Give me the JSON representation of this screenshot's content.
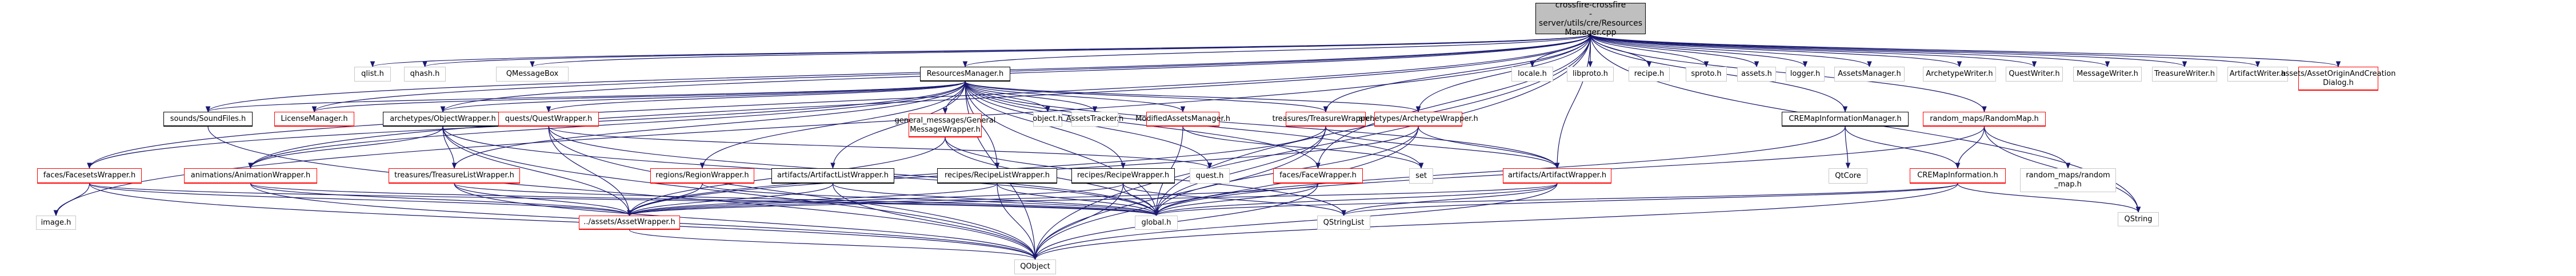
{
  "graph": {
    "edge_color": "#191970",
    "root": {
      "id": "root",
      "label": "crossfire-crossfire\n-server/utils/cre/Resources\nManager.cpp"
    },
    "nodes": [
      {
        "id": "root",
        "label": "crossfire-crossfire\n-server/utils/cre/Resources\nManager.cpp",
        "style": "root"
      },
      {
        "id": "qlist",
        "label": "qlist.h",
        "style": "gray"
      },
      {
        "id": "qhash",
        "label": "qhash.h",
        "style": "gray"
      },
      {
        "id": "qmessagebox",
        "label": "QMessageBox",
        "style": "gray"
      },
      {
        "id": "resmgr",
        "label": "ResourcesManager.h",
        "style": "black"
      },
      {
        "id": "locale",
        "label": "locale.h",
        "style": "gray"
      },
      {
        "id": "libproto",
        "label": "libproto.h",
        "style": "gray"
      },
      {
        "id": "recipe",
        "label": "recipe.h",
        "style": "gray"
      },
      {
        "id": "sproto",
        "label": "sproto.h",
        "style": "gray"
      },
      {
        "id": "assets",
        "label": "assets.h",
        "style": "gray"
      },
      {
        "id": "logger",
        "label": "logger.h",
        "style": "gray"
      },
      {
        "id": "assetsmgr",
        "label": "AssetsManager.h",
        "style": "gray"
      },
      {
        "id": "archwriter",
        "label": "ArchetypeWriter.h",
        "style": "gray"
      },
      {
        "id": "questwriter",
        "label": "QuestWriter.h",
        "style": "gray"
      },
      {
        "id": "msgwriter",
        "label": "MessageWriter.h",
        "style": "gray"
      },
      {
        "id": "treasurewriter",
        "label": "TreasureWriter.h",
        "style": "gray"
      },
      {
        "id": "artifactwriter",
        "label": "ArtifactWriter.h",
        "style": "gray"
      },
      {
        "id": "originDialog",
        "label": "assets/AssetOriginAndCreation\nDialog.h",
        "style": "red"
      },
      {
        "id": "soundfiles",
        "label": "sounds/SoundFiles.h",
        "style": "black"
      },
      {
        "id": "license",
        "label": "LicenseManager.h",
        "style": "red"
      },
      {
        "id": "objwrapper",
        "label": "archetypes/ObjectWrapper.h",
        "style": "black"
      },
      {
        "id": "questwrapper",
        "label": "quests/QuestWrapper.h",
        "style": "red"
      },
      {
        "id": "genmsg",
        "label": "general_messages/General\nMessageWrapper.h",
        "style": "red"
      },
      {
        "id": "objecth",
        "label": "object.h",
        "style": "gray"
      },
      {
        "id": "assetstracker",
        "label": "AssetsTracker.h",
        "style": "gray"
      },
      {
        "id": "modassets",
        "label": "ModifiedAssetsManager.h",
        "style": "red"
      },
      {
        "id": "treasurewrapper",
        "label": "treasures/TreasureWrapper.h",
        "style": "red"
      },
      {
        "id": "archwrapper",
        "label": "archetypes/ArchetypeWrapper.h",
        "style": "red"
      },
      {
        "id": "cremapinfomgr",
        "label": "CREMapInformationManager.h",
        "style": "black"
      },
      {
        "id": "randommap",
        "label": "random_maps/RandomMap.h",
        "style": "red"
      },
      {
        "id": "facesets",
        "label": "faces/FacesetsWrapper.h",
        "style": "red"
      },
      {
        "id": "animwrapper",
        "label": "animations/AnimationWrapper.h",
        "style": "red"
      },
      {
        "id": "treasurelist",
        "label": "treasures/TreasureListWrapper.h",
        "style": "red"
      },
      {
        "id": "regionwrapper",
        "label": "regions/RegionWrapper.h",
        "style": "red"
      },
      {
        "id": "artifactlist",
        "label": "artifacts/ArtifactListWrapper.h",
        "style": "black"
      },
      {
        "id": "recipelist",
        "label": "recipes/RecipeListWrapper.h",
        "style": "black"
      },
      {
        "id": "recipewrapper",
        "label": "recipes/RecipeWrapper.h",
        "style": "black"
      },
      {
        "id": "questh",
        "label": "quest.h",
        "style": "gray"
      },
      {
        "id": "facewrapper",
        "label": "faces/FaceWrapper.h",
        "style": "red"
      },
      {
        "id": "set",
        "label": "set",
        "style": "gray"
      },
      {
        "id": "artifactwrapper",
        "label": "artifacts/ArtifactWrapper.h",
        "style": "red"
      },
      {
        "id": "qtcore",
        "label": "QtCore",
        "style": "gray"
      },
      {
        "id": "cremapinfo",
        "label": "CREMapInformation.h",
        "style": "red"
      },
      {
        "id": "randommaph",
        "label": "random_maps/random\n_map.h",
        "style": "gray"
      },
      {
        "id": "imageh",
        "label": "image.h",
        "style": "gray"
      },
      {
        "id": "assetwrapper",
        "label": "../assets/AssetWrapper.h",
        "style": "red"
      },
      {
        "id": "globalh",
        "label": "global.h",
        "style": "gray"
      },
      {
        "id": "qstringlist",
        "label": "QStringList",
        "style": "gray"
      },
      {
        "id": "qstring",
        "label": "QString",
        "style": "gray"
      },
      {
        "id": "qobject",
        "label": "QObject",
        "style": "gray"
      }
    ],
    "edges": [
      [
        "root",
        "qlist"
      ],
      [
        "root",
        "qhash"
      ],
      [
        "root",
        "qmessagebox"
      ],
      [
        "root",
        "resmgr"
      ],
      [
        "root",
        "locale"
      ],
      [
        "root",
        "libproto"
      ],
      [
        "root",
        "recipe"
      ],
      [
        "root",
        "sproto"
      ],
      [
        "root",
        "assets"
      ],
      [
        "root",
        "logger"
      ],
      [
        "root",
        "assetsmgr"
      ],
      [
        "root",
        "archwriter"
      ],
      [
        "root",
        "questwriter"
      ],
      [
        "root",
        "msgwriter"
      ],
      [
        "root",
        "treasurewriter"
      ],
      [
        "root",
        "artifactwriter"
      ],
      [
        "root",
        "originDialog"
      ],
      [
        "root",
        "soundfiles"
      ],
      [
        "root",
        "license"
      ],
      [
        "root",
        "objwrapper"
      ],
      [
        "root",
        "cremapinfomgr"
      ],
      [
        "root",
        "randommap"
      ],
      [
        "root",
        "imageh"
      ],
      [
        "root",
        "facesets"
      ],
      [
        "root",
        "animwrapper"
      ],
      [
        "root",
        "archwrapper"
      ],
      [
        "root",
        "treasurewrapper"
      ],
      [
        "root",
        "facewrapper"
      ],
      [
        "root",
        "globalh"
      ],
      [
        "root",
        "qstring"
      ],
      [
        "root",
        "qobject"
      ],
      [
        "root",
        "artifactwrapper"
      ],
      [
        "resmgr",
        "genmsg"
      ],
      [
        "resmgr",
        "objecth"
      ],
      [
        "resmgr",
        "assetstracker"
      ],
      [
        "resmgr",
        "modassets"
      ],
      [
        "resmgr",
        "treasurewrapper"
      ],
      [
        "resmgr",
        "archwrapper"
      ],
      [
        "resmgr",
        "questwrapper"
      ],
      [
        "resmgr",
        "objwrapper"
      ],
      [
        "resmgr",
        "license"
      ],
      [
        "resmgr",
        "soundfiles"
      ],
      [
        "resmgr",
        "facesets"
      ],
      [
        "resmgr",
        "animwrapper"
      ],
      [
        "resmgr",
        "treasurelist"
      ],
      [
        "resmgr",
        "regionwrapper"
      ],
      [
        "resmgr",
        "artifactlist"
      ],
      [
        "resmgr",
        "recipelist"
      ],
      [
        "resmgr",
        "recipewrapper"
      ],
      [
        "resmgr",
        "questh"
      ],
      [
        "resmgr",
        "facewrapper"
      ],
      [
        "resmgr",
        "set"
      ],
      [
        "resmgr",
        "artifactwrapper"
      ],
      [
        "resmgr",
        "qobject"
      ],
      [
        "resmgr",
        "globalh"
      ],
      [
        "soundfiles",
        "qobject"
      ],
      [
        "objwrapper",
        "animwrapper"
      ],
      [
        "objwrapper",
        "treasurelist"
      ],
      [
        "objwrapper",
        "assetwrapper"
      ],
      [
        "objwrapper",
        "globalh"
      ],
      [
        "objwrapper",
        "qobject"
      ],
      [
        "questwrapper",
        "assetwrapper"
      ],
      [
        "questwrapper",
        "questh"
      ],
      [
        "questwrapper",
        "globalh"
      ],
      [
        "questwrapper",
        "qobject"
      ],
      [
        "genmsg",
        "assetwrapper"
      ],
      [
        "genmsg",
        "globalh"
      ],
      [
        "genmsg",
        "qstringlist"
      ],
      [
        "modassets",
        "set"
      ],
      [
        "modassets",
        "globalh"
      ],
      [
        "treasurewrapper",
        "artifactwrapper"
      ],
      [
        "treasurewrapper",
        "assetwrapper"
      ],
      [
        "treasurewrapper",
        "globalh"
      ],
      [
        "treasurewrapper",
        "qobject"
      ],
      [
        "archwrapper",
        "artifactwrapper"
      ],
      [
        "archwrapper",
        "assetwrapper"
      ],
      [
        "archwrapper",
        "globalh"
      ],
      [
        "archwrapper",
        "qobject"
      ],
      [
        "cremapinfomgr",
        "qtcore"
      ],
      [
        "cremapinfomgr",
        "cremapinfo"
      ],
      [
        "cremapinfomgr",
        "globalh"
      ],
      [
        "randommap",
        "cremapinfo"
      ],
      [
        "randommap",
        "randommaph"
      ],
      [
        "randommap",
        "qstring"
      ],
      [
        "randommap",
        "globalh"
      ],
      [
        "facesets",
        "imageh"
      ],
      [
        "facesets",
        "assetwrapper"
      ],
      [
        "facesets",
        "globalh"
      ],
      [
        "facesets",
        "qobject"
      ],
      [
        "animwrapper",
        "assetwrapper"
      ],
      [
        "animwrapper",
        "globalh"
      ],
      [
        "animwrapper",
        "qobject"
      ],
      [
        "treasurelist",
        "assetwrapper"
      ],
      [
        "treasurelist",
        "globalh"
      ],
      [
        "treasurelist",
        "qobject"
      ],
      [
        "regionwrapper",
        "assetwrapper"
      ],
      [
        "regionwrapper",
        "globalh"
      ],
      [
        "artifactlist",
        "assetwrapper"
      ],
      [
        "artifactlist",
        "globalh"
      ],
      [
        "artifactlist",
        "qobject"
      ],
      [
        "recipelist",
        "assetwrapper"
      ],
      [
        "recipelist",
        "globalh"
      ],
      [
        "recipelist",
        "qobject"
      ],
      [
        "recipewrapper",
        "assetwrapper"
      ],
      [
        "recipewrapper",
        "globalh"
      ],
      [
        "recipewrapper",
        "qstringlist"
      ],
      [
        "recipewrapper",
        "qobject"
      ],
      [
        "facewrapper",
        "assetwrapper"
      ],
      [
        "facewrapper",
        "globalh"
      ],
      [
        "facewrapper",
        "qobject"
      ],
      [
        "artifactwrapper",
        "assetwrapper"
      ],
      [
        "artifactwrapper",
        "globalh"
      ],
      [
        "artifactwrapper",
        "qstringlist"
      ],
      [
        "artifactwrapper",
        "qobject"
      ],
      [
        "cremapinfo",
        "qstring"
      ],
      [
        "cremapinfo",
        "qstringlist"
      ],
      [
        "cremapinfo",
        "globalh"
      ],
      [
        "cremapinfo",
        "qobject"
      ],
      [
        "assetwrapper",
        "qobject"
      ]
    ]
  }
}
